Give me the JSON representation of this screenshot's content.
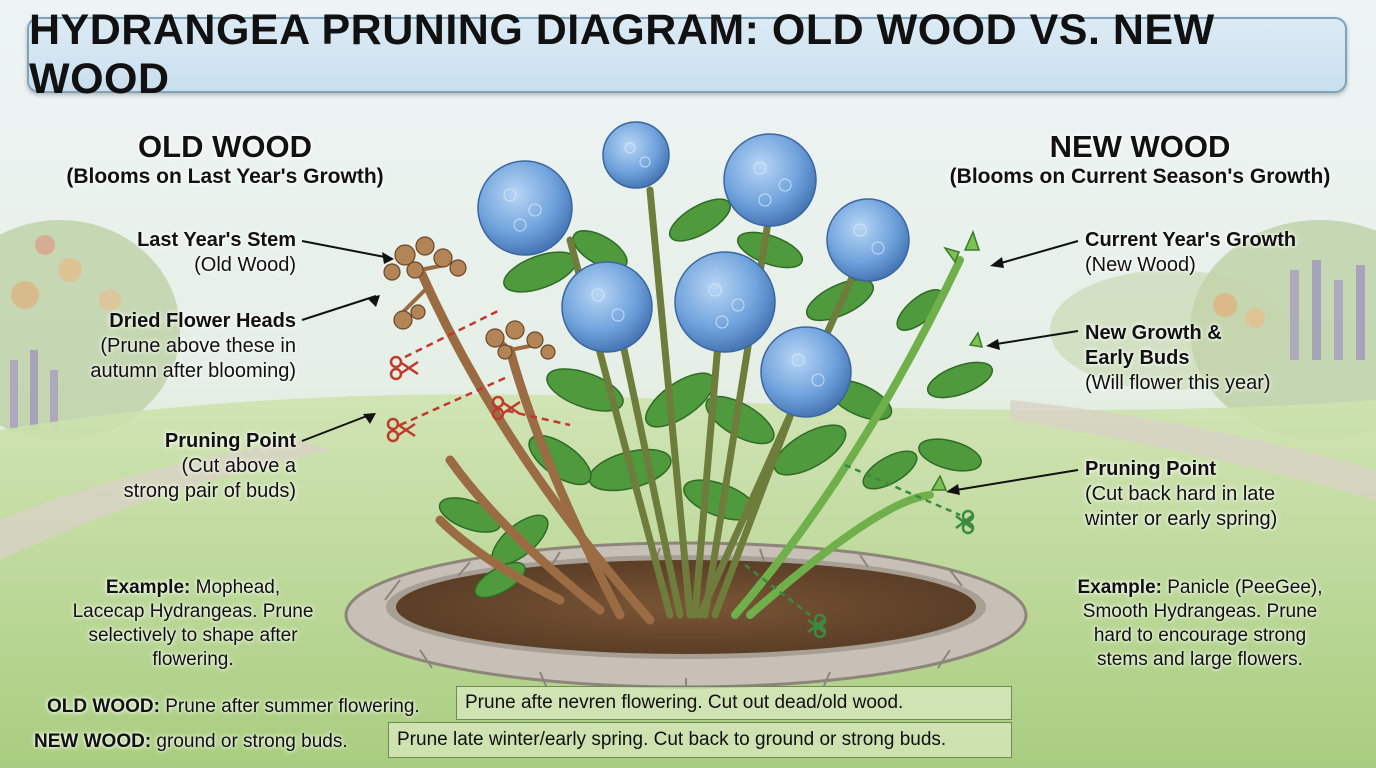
{
  "title": "HYDRANGEA PRUNING DIAGRAM: OLD WOOD VS. NEW WOOD",
  "old_wood": {
    "heading": "OLD WOOD",
    "subheading": "(Blooms on Last Year's Growth)",
    "labels": [
      {
        "bold": "Last Year's Stem",
        "text": "(Old Wood)"
      },
      {
        "bold": "Dried Flower Heads",
        "text_lines": [
          "(Prune above these in",
          "autumn after blooming)"
        ]
      },
      {
        "bold": "Pruning Point",
        "text_lines": [
          "(Cut above a",
          "strong pair of buds)"
        ]
      }
    ],
    "example_label": "Example:",
    "example_lines": [
      " Mophead,",
      "Lacecap Hydrangeas. Prune",
      "selectively to shape after",
      "flowering."
    ]
  },
  "new_wood": {
    "heading": "NEW WOOD",
    "subheading": "(Blooms on Current Season's Growth)",
    "labels": [
      {
        "bold": "Current Year's Growth",
        "text": "(New Wood)"
      },
      {
        "bold_lines": [
          "New Growth &",
          "Early Buds"
        ],
        "text": "(Will flower this year)"
      },
      {
        "bold": "Pruning Point",
        "text_lines": [
          "(Cut back hard in late",
          "winter or early spring)"
        ]
      }
    ],
    "example_label": "Example:",
    "example_lines": [
      " Panicle (PeeGee),",
      "Smooth Hydrangeas. Prune",
      "hard to encourage strong",
      "stems and large flowers."
    ]
  },
  "summary": {
    "row1_label": "OLD WOOD:",
    "row1_text": " Prune after summer flowering.",
    "row1_cell": "Prune afte nevren flowering. Cut out dead/old wood.",
    "row2_label": "NEW WOOD:",
    "row2_text": " ground or strong buds.",
    "row2_cell": "Prune late winter/early spring. Cut back to ground or strong buds."
  },
  "colors": {
    "flower_blue": "#6fa2dc",
    "leaf_green": "#4f9a3c",
    "old_stem_brown": "#9b6b43",
    "new_stem_green": "#6fb04a",
    "soil": "#6a4a30",
    "stone": "#c7c0b6",
    "cut_line_red": "#c0392b",
    "cut_line_green": "#3a8a40"
  }
}
